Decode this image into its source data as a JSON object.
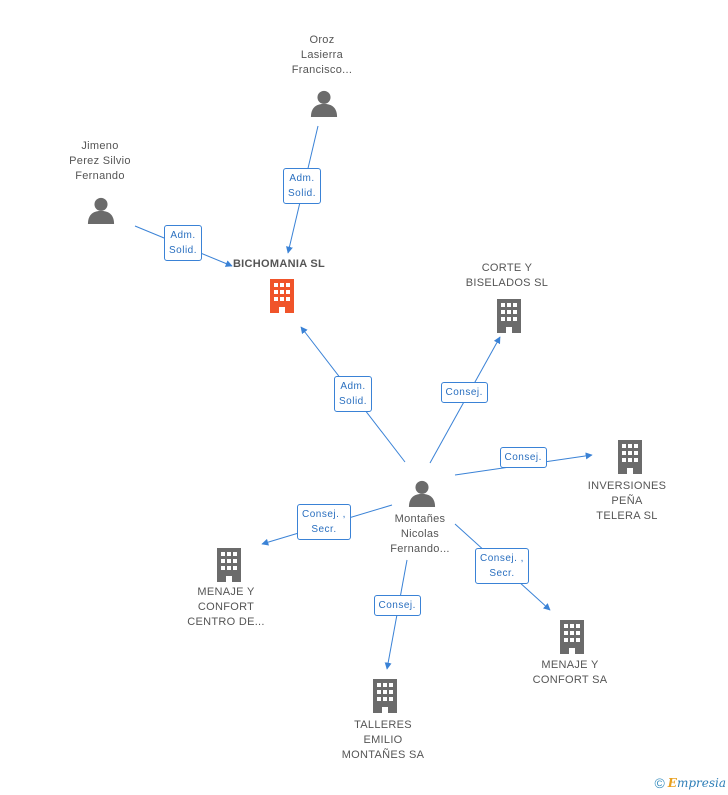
{
  "nodes": {
    "oroz": {
      "label": "Oroz\nLasierra\nFrancisco...",
      "kind": "person"
    },
    "jimeno": {
      "label": "Jimeno\nPerez Silvio\nFernando",
      "kind": "person"
    },
    "bichomania": {
      "label": "BICHOMANIA SL",
      "kind": "company-main"
    },
    "corte": {
      "label": "CORTE Y\nBISELADOS SL",
      "kind": "company"
    },
    "inversiones": {
      "label": "INVERSIONES\nPEÑA\nTELERA SL",
      "kind": "company"
    },
    "montanes": {
      "label": "Montañes\nNicolas\nFernando...",
      "kind": "person"
    },
    "menaje_centro": {
      "label": "MENAJE Y\nCONFORT\nCENTRO DE...",
      "kind": "company"
    },
    "menaje_sa": {
      "label": "MENAJE Y\nCONFORT SA",
      "kind": "company"
    },
    "talleres": {
      "label": "TALLERES\nEMILIO\nMONTAÑES SA",
      "kind": "company"
    }
  },
  "edges": [
    {
      "from": "oroz",
      "to": "bichomania",
      "label": "Adm.\nSolid."
    },
    {
      "from": "jimeno",
      "to": "bichomania",
      "label": "Adm.\nSolid."
    },
    {
      "from": "montanes",
      "to": "bichomania",
      "label": "Adm.\nSolid."
    },
    {
      "from": "montanes",
      "to": "corte",
      "label": "Consej."
    },
    {
      "from": "montanes",
      "to": "inversiones",
      "label": "Consej."
    },
    {
      "from": "montanes",
      "to": "menaje_centro",
      "label": "Consej. ,\nSecr."
    },
    {
      "from": "montanes",
      "to": "menaje_sa",
      "label": "Consej. ,\nSecr."
    },
    {
      "from": "montanes",
      "to": "talleres",
      "label": "Consej."
    }
  ],
  "colors": {
    "edge": "#3a82d6",
    "icon": "#6b6b6b",
    "main_icon": "#f0542a"
  },
  "footer": {
    "copyright": "©",
    "brand_initial": "E",
    "brand_rest": "mpresia"
  }
}
